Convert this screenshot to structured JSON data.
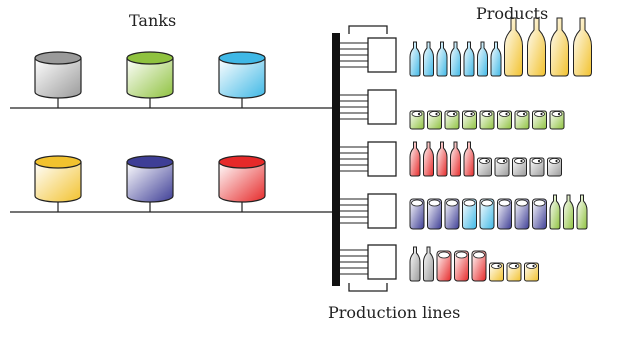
{
  "labels": {
    "tanks": "Tanks",
    "products": "Products",
    "production_lines": "Production lines"
  },
  "tanks": [
    {
      "id": "tank-gray",
      "color": "#9a9a9a"
    },
    {
      "id": "tank-green",
      "color": "#8fc23f"
    },
    {
      "id": "tank-cyan",
      "color": "#3fb8e6"
    },
    {
      "id": "tank-yellow",
      "color": "#f2c22e"
    },
    {
      "id": "tank-navy",
      "color": "#3e3e96"
    },
    {
      "id": "tank-red",
      "color": "#e62929"
    }
  ],
  "production_lines": [
    {
      "id": "line-1",
      "products": [
        {
          "kind": "bottle",
          "color": "cyan"
        },
        {
          "kind": "bottle",
          "color": "cyan"
        },
        {
          "kind": "bottle",
          "color": "cyan"
        },
        {
          "kind": "bottle",
          "color": "cyan"
        },
        {
          "kind": "bottle",
          "color": "cyan"
        },
        {
          "kind": "bottle",
          "color": "cyan"
        },
        {
          "kind": "bottle",
          "color": "cyan"
        },
        {
          "kind": "big-bottle",
          "color": "yellow"
        },
        {
          "kind": "big-bottle",
          "color": "yellow"
        },
        {
          "kind": "big-bottle",
          "color": "yellow"
        },
        {
          "kind": "big-bottle",
          "color": "yellow"
        }
      ]
    },
    {
      "id": "line-2",
      "products": [
        {
          "kind": "can",
          "color": "green"
        },
        {
          "kind": "can",
          "color": "green"
        },
        {
          "kind": "can",
          "color": "green"
        },
        {
          "kind": "can",
          "color": "green"
        },
        {
          "kind": "can",
          "color": "green"
        },
        {
          "kind": "can",
          "color": "green"
        },
        {
          "kind": "can",
          "color": "green"
        },
        {
          "kind": "can",
          "color": "green"
        },
        {
          "kind": "can",
          "color": "green"
        }
      ]
    },
    {
      "id": "line-3",
      "products": [
        {
          "kind": "bottle",
          "color": "red"
        },
        {
          "kind": "bottle",
          "color": "red"
        },
        {
          "kind": "bottle",
          "color": "red"
        },
        {
          "kind": "bottle",
          "color": "red"
        },
        {
          "kind": "bottle",
          "color": "red"
        },
        {
          "kind": "can",
          "color": "gray"
        },
        {
          "kind": "can",
          "color": "gray"
        },
        {
          "kind": "can",
          "color": "gray"
        },
        {
          "kind": "can",
          "color": "gray"
        },
        {
          "kind": "can",
          "color": "gray"
        }
      ]
    },
    {
      "id": "line-4",
      "products": [
        {
          "kind": "tall-can",
          "color": "navy"
        },
        {
          "kind": "tall-can",
          "color": "navy"
        },
        {
          "kind": "tall-can",
          "color": "navy"
        },
        {
          "kind": "tall-can",
          "color": "cyan"
        },
        {
          "kind": "tall-can",
          "color": "cyan"
        },
        {
          "kind": "tall-can",
          "color": "navy"
        },
        {
          "kind": "tall-can",
          "color": "navy"
        },
        {
          "kind": "tall-can",
          "color": "navy"
        },
        {
          "kind": "bottle",
          "color": "green"
        },
        {
          "kind": "bottle",
          "color": "green"
        },
        {
          "kind": "bottle",
          "color": "green"
        }
      ]
    },
    {
      "id": "line-5",
      "products": [
        {
          "kind": "bottle",
          "color": "gray"
        },
        {
          "kind": "bottle",
          "color": "gray"
        },
        {
          "kind": "tall-can",
          "color": "red"
        },
        {
          "kind": "tall-can",
          "color": "red"
        },
        {
          "kind": "tall-can",
          "color": "red"
        },
        {
          "kind": "can",
          "color": "yellow"
        },
        {
          "kind": "can",
          "color": "yellow"
        },
        {
          "kind": "can",
          "color": "yellow"
        }
      ]
    }
  ],
  "palette": {
    "cyan": "#3fb8e6",
    "yellow": "#f2c22e",
    "green": "#8fc23f",
    "red": "#e62929",
    "gray": "#9a9a9a",
    "navy": "#3e3e96"
  }
}
